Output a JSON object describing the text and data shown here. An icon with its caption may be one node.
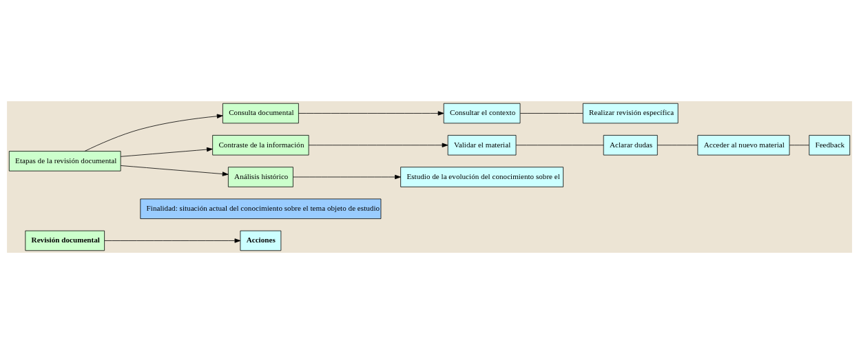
{
  "diagram": {
    "nodes": [
      {
        "text": [
          "Revisión documental"
        ]
      },
      {
        "text": [
          "Acciones"
        ]
      },
      {
        "text": [
          "Etapas de la revisión documental"
        ]
      },
      {
        "text": [
          "Consulta documental"
        ]
      },
      {
        "text": [
          "Contraste de la información"
        ]
      },
      {
        "text": [
          "Análisis histórico"
        ]
      },
      {
        "text": [
          "Consultar el contexto"
        ]
      },
      {
        "text": [
          "Realizar revisión específica"
        ]
      },
      {
        "text": [
          "Validar el material"
        ]
      },
      {
        "text": [
          "Aclarar dudas"
        ]
      },
      {
        "text": [
          "Acceder al nuevo material"
        ]
      },
      {
        "text": [
          "Feedback"
        ]
      },
      {
        "text": [
          "Estudio de la evolución del conocimiento sobre el"
        ]
      },
      {
        "text": [
          "Finalidad: situación actual del conocimiento sobre el tema objeto de estudio"
        ]
      }
    ],
    "edges": [
      {
        "from": 0,
        "to": 1,
        "arrow": "to"
      },
      {
        "from": 2,
        "to": 3,
        "arrow": "to"
      },
      {
        "from": 2,
        "to": 4,
        "arrow": "to"
      },
      {
        "from": 2,
        "to": 5,
        "arrow": "to"
      },
      {
        "from": 3,
        "to": 6,
        "arrow": "to"
      },
      {
        "from": 6,
        "to": 7,
        "arrow": "none"
      },
      {
        "from": 4,
        "to": 8,
        "arrow": "to"
      },
      {
        "from": 8,
        "to": 9,
        "arrow": "none"
      },
      {
        "from": 9,
        "to": 10,
        "arrow": "none"
      },
      {
        "from": 10,
        "to": 11,
        "arrow": "none"
      },
      {
        "from": 5,
        "to": 12,
        "arrow": "to"
      }
    ]
  }
}
